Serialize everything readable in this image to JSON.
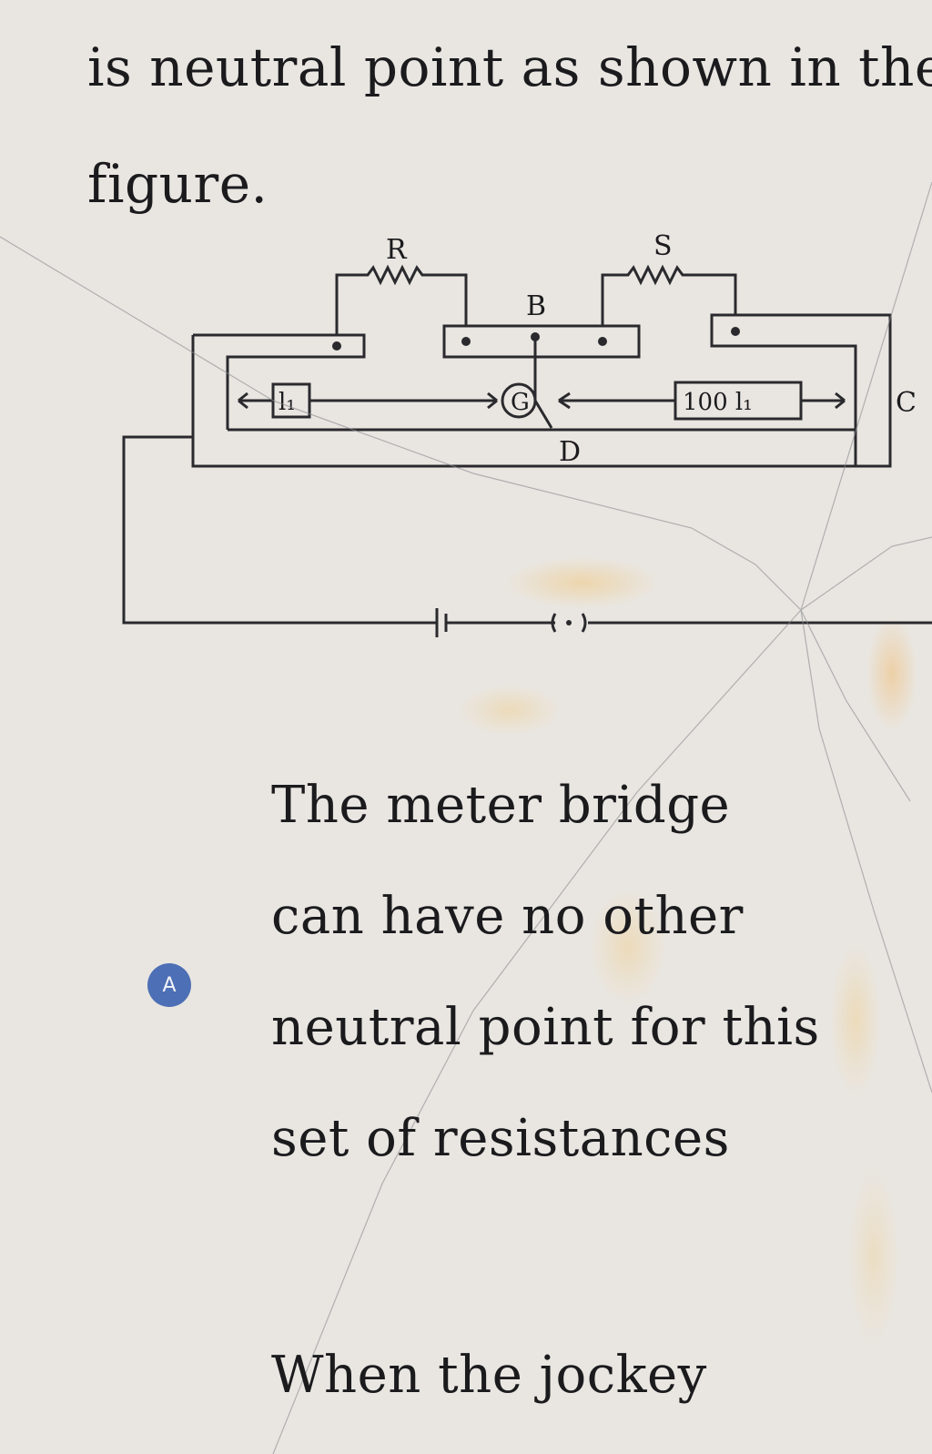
{
  "question": {
    "intro_lines": [
      "is neutral point as shown in the",
      "figure."
    ]
  },
  "figure": {
    "labels": {
      "R": "R",
      "S": "S",
      "B": "B",
      "D": "D",
      "C": "C",
      "G": "G",
      "left_length": "l₁",
      "right_length": "100  l₁"
    }
  },
  "option_a": {
    "letter": "A",
    "lines": [
      "The meter bridge",
      "can have no other",
      "neutral point for this",
      "set of resistances"
    ]
  },
  "next_option_partial": "When the jockey"
}
